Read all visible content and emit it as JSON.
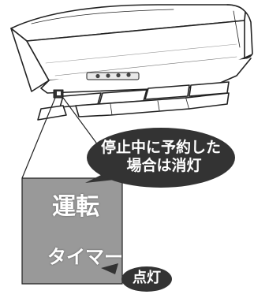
{
  "bubble_top": {
    "line1": "停止中に予約した",
    "line2": "場合は消灯"
  },
  "panel": {
    "label_run": "運転",
    "label_timer": "タイマー"
  },
  "bubble_bottom": {
    "label": "点灯"
  },
  "colors": {
    "bubble": "#333333",
    "panel": "#999999",
    "unit_body": "#ffffff",
    "outline": "#222222",
    "text_light": "#ffffff"
  }
}
